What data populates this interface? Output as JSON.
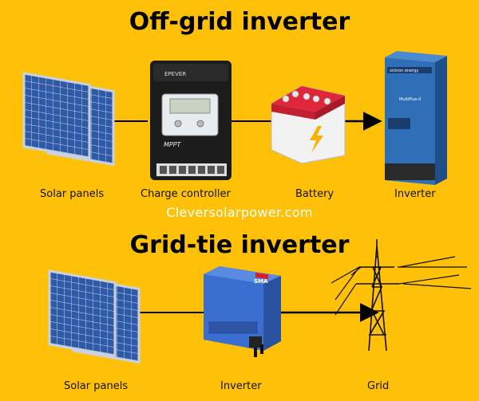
{
  "off_grid": {
    "title": "Off-grid inverter",
    "labels": {
      "solar": "Solar panels",
      "controller": "Charge controller",
      "battery": "Battery",
      "inverter": "Inverter"
    },
    "controller_text": "MPPT",
    "controller_brand": "EPEVER",
    "inverter_brand": "victron energy",
    "inverter_model": "MultiPlus-II"
  },
  "website": "Cleversolarpower.com",
  "grid_tie": {
    "title": "Grid-tie inverter",
    "labels": {
      "solar": "Solar panels",
      "inverter": "Inverter",
      "grid": "Grid"
    },
    "inverter_brand": "SMA"
  },
  "colors": {
    "background": "#FFC107",
    "arrow": "#000000",
    "panel_blue": "#2F5AA8",
    "victron_blue": "#2F6FB8",
    "sma_blue": "#3B6FCF"
  },
  "icons": [
    "solar-panel-icon",
    "charge-controller-icon",
    "battery-icon",
    "inverter-icon",
    "grid-tower-icon"
  ]
}
